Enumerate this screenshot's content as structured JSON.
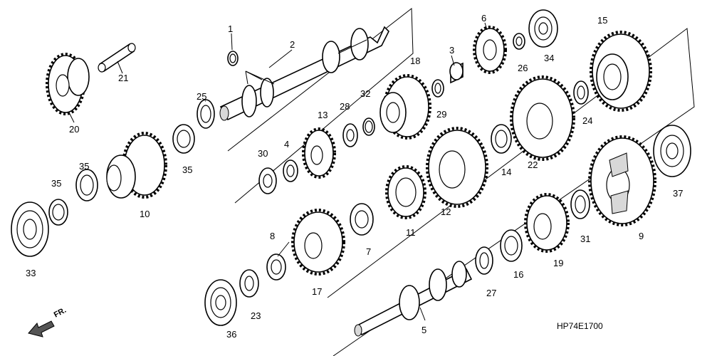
{
  "callouts": {
    "p1": "1",
    "p2": "2",
    "p3": "3",
    "p4": "4",
    "p5": "5",
    "p6": "6",
    "p7": "7",
    "p8": "8",
    "p9": "9",
    "p10": "10",
    "p11": "11",
    "p12": "12",
    "p13": "13",
    "p14": "14",
    "p15": "15",
    "p16": "16",
    "p17": "17",
    "p18": "18",
    "p19": "19",
    "p20": "20",
    "p21": "21",
    "p22": "22",
    "p23": "23",
    "p24": "24",
    "p25": "25",
    "p26": "26",
    "p27": "27",
    "p28": "28",
    "p29": "29",
    "p30": "30",
    "p31": "31",
    "p32": "32",
    "p33": "33",
    "p34": "34",
    "p35a": "35",
    "p35b": "35",
    "p35c": "35",
    "p36": "36",
    "p37": "37"
  },
  "diagram_code": "HP74E1700",
  "direction_label": "FR."
}
